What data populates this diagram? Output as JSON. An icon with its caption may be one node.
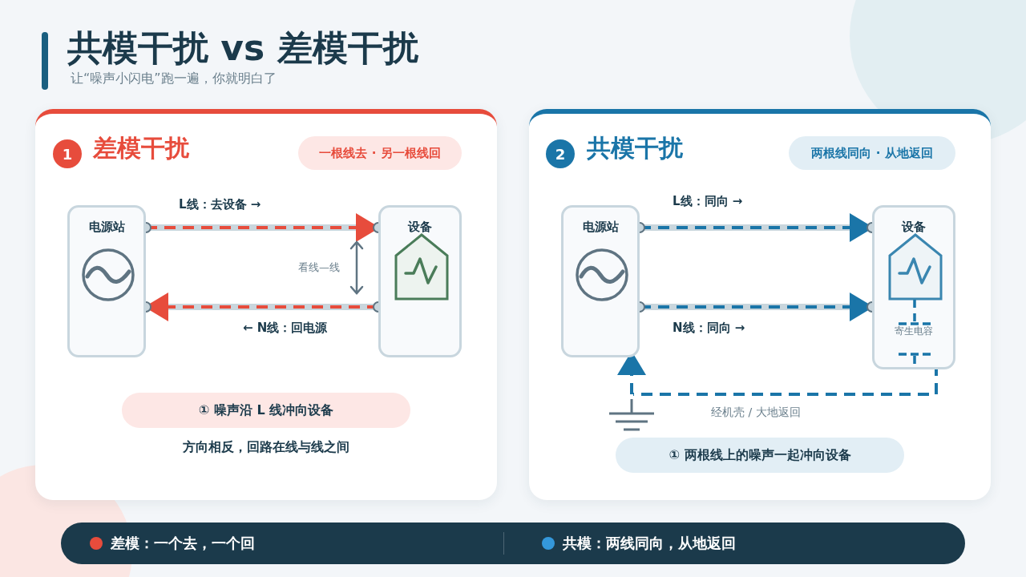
{
  "diagram": {
    "title": "共模干扰 vs 差模干扰",
    "nodes": [
      {
        "text": [
          "差模干扰"
        ]
      },
      {
        "text": [
          "1"
        ],
        "in": 0
      },
      {
        "text": [
          "一根线去 · 另一根线回"
        ],
        "in": 0
      },
      {
        "text": [
          "电源站"
        ],
        "in": 0
      },
      {
        "text": [
          "设备"
        ],
        "in": 0
      },
      {
        "text": [
          "① 噪声沿 L 线冲向设备"
        ],
        "in": 0,
        "beside": [
          "方向相反，回路在线与线之间"
        ]
      },
      {
        "text": [
          "共模干扰"
        ]
      },
      {
        "text": [
          "2"
        ],
        "in": 6
      },
      {
        "text": [
          "两根线同向 · 从地返回"
        ],
        "in": 6
      },
      {
        "text": [
          "电源站"
        ],
        "in": 6
      },
      {
        "text": [
          "设备"
        ],
        "in": 6
      },
      {
        "text": [
          "① 两根线上的噪声一起冲向设备"
        ],
        "in": 6
      },
      {
        "text": [],
        "shape": "ground",
        "in": 6
      }
    ],
    "edges": [
      {
        "from": 3,
        "to": 4,
        "arrow": "to",
        "label": "L线：去设备 →",
        "style": "dashed",
        "color": "#e74c3c"
      },
      {
        "from": 4,
        "to": 3,
        "arrow": "to",
        "label": "← N线：回电源",
        "style": "dashed",
        "color": "#e74c3c"
      },
      {
        "from": 9,
        "to": 10,
        "arrow": "to",
        "label": "L线：同向 →",
        "style": "dashed",
        "color": "#1a75a8"
      },
      {
        "from": 9,
        "to": 10,
        "arrow": "to",
        "label": "N线：同向 →",
        "style": "dashed",
        "color": "#1a75a8"
      },
      {
        "from": 10,
        "to": 12,
        "arrow": "none",
        "label": "经机壳 / 大地返回",
        "style": "dashed",
        "color": "#1a75a8"
      },
      {
        "from": 12,
        "to": 9,
        "arrow": "to",
        "style": "dashed",
        "color": "#1a75a8"
      }
    ],
    "labels": [
      "让“噪声小闪电”跑一遍，你就明白了",
      "看线—线",
      "寄生电容"
    ],
    "legend": [
      {
        "text": "差模：一个去，一个回",
        "color": "#e74c3c"
      },
      {
        "text": "共模：两线同向，从地返回",
        "color": "#3498db"
      }
    ]
  }
}
